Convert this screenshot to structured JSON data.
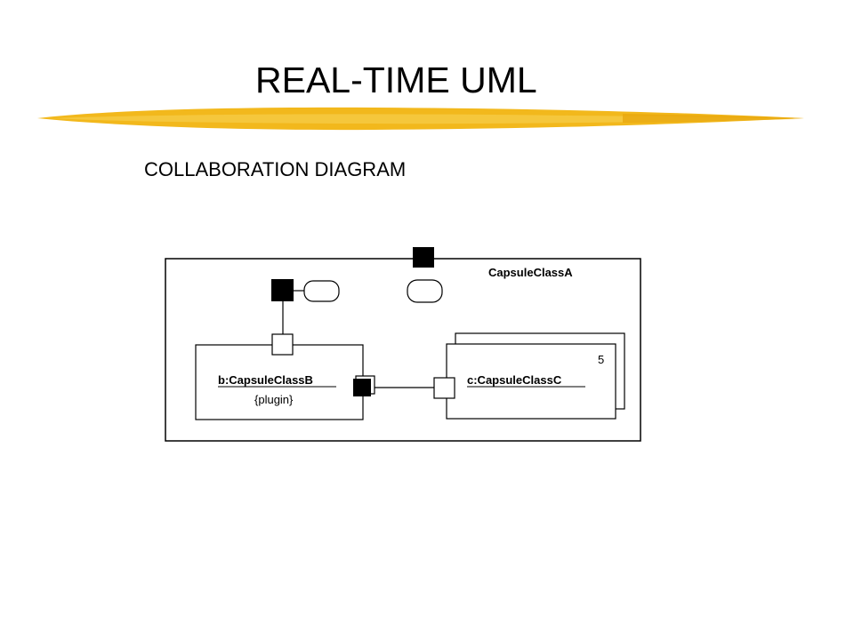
{
  "slide": {
    "title": "REAL-TIME UML",
    "subtitle": "COLLABORATION DIAGRAM"
  },
  "colors": {
    "accent_stroke": "#f2b81c",
    "accent_stroke_dark": "#e9a80e",
    "line": "#000000",
    "background": "#ffffff"
  },
  "diagram": {
    "container": {
      "label": "CapsuleClassA"
    },
    "capsule_b": {
      "name": "b:CapsuleClassB",
      "stereotype": "{plugin}"
    },
    "capsule_c": {
      "name": "c:CapsuleClassC",
      "multiplicity": "5"
    }
  }
}
